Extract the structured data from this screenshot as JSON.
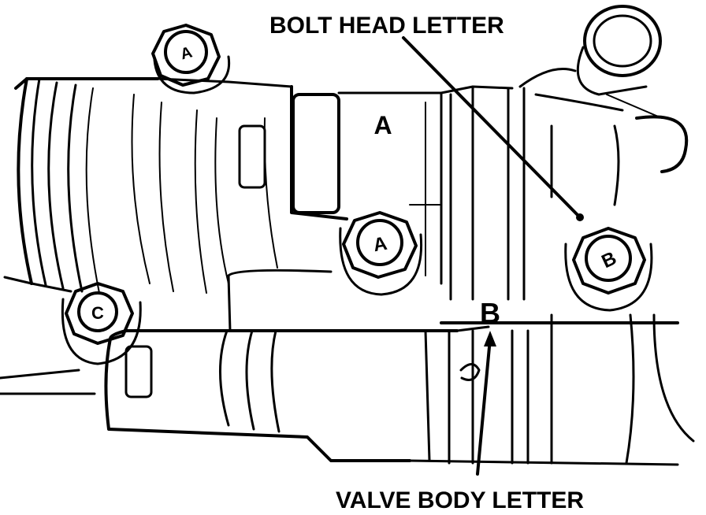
{
  "labels": {
    "bolt_head_letter": "BOLT HEAD LETTER",
    "valve_body_letter": "VALVE BODY LETTER"
  },
  "body_marks": {
    "upper": "A",
    "lower": "B"
  },
  "bolts": [
    {
      "id": "top-left",
      "letter": "A"
    },
    {
      "id": "center",
      "letter": "A"
    },
    {
      "id": "left",
      "letter": "C"
    },
    {
      "id": "right",
      "letter": "B"
    }
  ],
  "colors": {
    "ink": "#000000",
    "paper": "#ffffff"
  }
}
